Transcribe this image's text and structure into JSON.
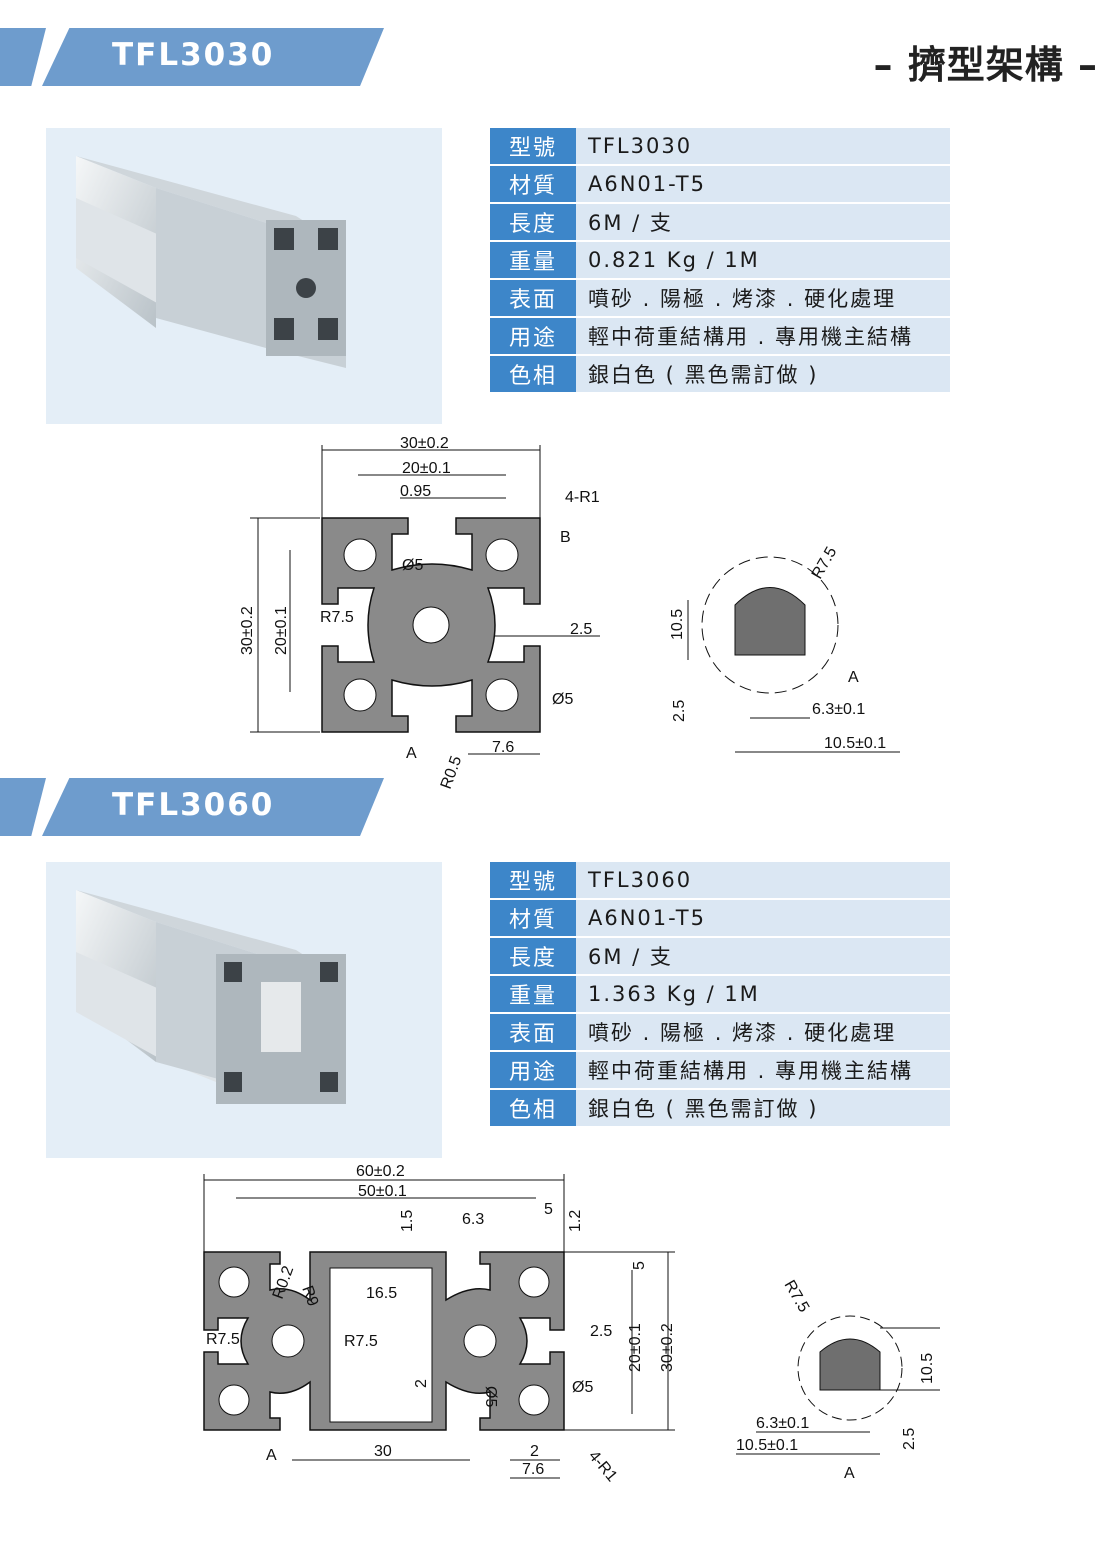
{
  "page_title": "– 擠型架構 –",
  "products": [
    {
      "model": "TFL3030",
      "specs": [
        {
          "label": "型號",
          "value": "TFL3030"
        },
        {
          "label": "材質",
          "value": "A6N01-T5"
        },
        {
          "label": "長度",
          "value": "6M / 支"
        },
        {
          "label": "重量",
          "value": "0.821 Kg / 1M"
        },
        {
          "label": "表面",
          "value": "噴砂 . 陽極 . 烤漆 . 硬化處理"
        },
        {
          "label": "用途",
          "value": "輕中荷重結構用 . 專用機主結構"
        },
        {
          "label": "色相",
          "value": "銀白色 ( 黑色需訂做 )"
        }
      ],
      "dims": {
        "w_outer": "30±0.2",
        "w_inner": "20±0.1",
        "w_095": "0.95",
        "r1": "4-R1",
        "b": "B",
        "d5a": "Ø5",
        "r75": "R7.5",
        "h_outer": "30±0.2",
        "h_inner": "20±0.1",
        "s25": "2.5",
        "d5b": "Ø5",
        "a": "A",
        "r05": "R0.5",
        "s76": "7.6",
        "detail": {
          "r75": "R7.5",
          "h105": "10.5",
          "a": "A",
          "s25": "2.5",
          "w63": "6.3±0.1",
          "w105": "10.5±0.1"
        }
      }
    },
    {
      "model": "TFL3060",
      "specs": [
        {
          "label": "型號",
          "value": "TFL3060"
        },
        {
          "label": "材質",
          "value": "A6N01-T5"
        },
        {
          "label": "長度",
          "value": "6M / 支"
        },
        {
          "label": "重量",
          "value": "1.363 Kg / 1M"
        },
        {
          "label": "表面",
          "value": "噴砂 . 陽極 . 烤漆 . 硬化處理"
        },
        {
          "label": "用途",
          "value": "輕中荷重結構用 . 專用機主結構"
        },
        {
          "label": "色相",
          "value": "銀白色 ( 黑色需訂做 )"
        }
      ],
      "dims": {
        "w_outer": "60±0.2",
        "w_inner": "50±0.1",
        "s15": "1.5",
        "s63": "6.3",
        "s5": "5",
        "s12": "1.2",
        "r02": "R0.2",
        "r9": "R9",
        "s165": "16.5",
        "r75a": "R7.5",
        "r75b": "R7.5",
        "s25": "2.5",
        "h_inner": "20±0.1",
        "h_outer": "30±0.2",
        "s5b": "5",
        "s2": "2",
        "d5a": "Ø5",
        "d5b": "Ø5",
        "s30": "30",
        "s2b": "2",
        "s76": "7.6",
        "r1": "4-R1",
        "a": "A",
        "detail": {
          "r75": "R7.5",
          "h105": "10.5",
          "w63": "6.3±0.1",
          "w105": "10.5±0.1",
          "s25": "2.5",
          "a": "A"
        }
      }
    }
  ]
}
